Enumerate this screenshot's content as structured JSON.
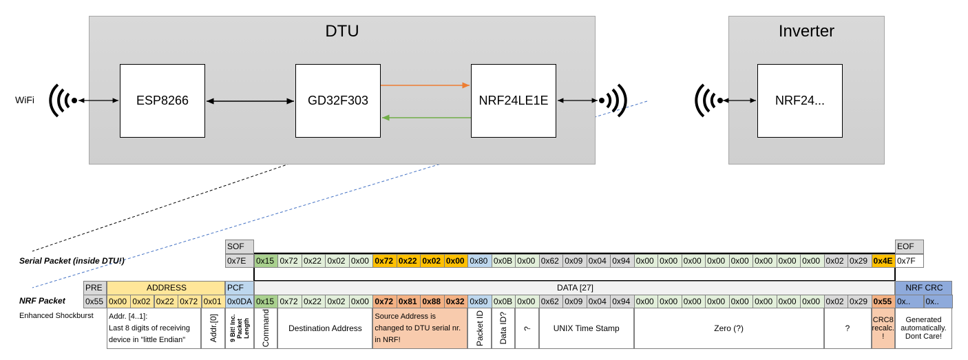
{
  "dtu": {
    "title": "DTU",
    "esp": "ESP8266",
    "gd": "GD32F303",
    "nrf": "NRF24LE1E"
  },
  "inverter": {
    "title": "Inverter",
    "nrf": "NRF24..."
  },
  "wifi_label": "WiFi",
  "icons": [
    "wifi-signal-icon"
  ],
  "colors": {
    "dark_green": "#a9d18e",
    "light_green": "#e2efda",
    "gold": "#ffc000",
    "yellow": "#ffe699",
    "grey": "#d9d9d9",
    "blue": "#bdd7ee",
    "salmon": "#f4b183",
    "light_salmon": "#f8cbad",
    "crc_blue": "#8eaadb",
    "orange_arrow": "#ed7d31",
    "green_arrow": "#70ad47",
    "blue_dash": "#4472c4"
  },
  "serial": {
    "label": "Serial Packet (inside DTU!)",
    "sof_header": "SOF",
    "sof": "0x7E",
    "eof_header": "EOF",
    "eof": "0x7F",
    "bytes": [
      "0x15",
      "0x72",
      "0x22",
      "0x02",
      "0x00",
      "0x72",
      "0x22",
      "0x02",
      "0x00",
      "0x80",
      "0x0B",
      "0x00",
      "0x62",
      "0x09",
      "0x04",
      "0x94",
      "0x00",
      "0x00",
      "0x00",
      "0x00",
      "0x00",
      "0x00",
      "0x00",
      "0x00",
      "0x02",
      "0x29",
      "0x4E"
    ]
  },
  "nrf": {
    "label": "NRF Packet",
    "sublabel": "Enhanced Shockburst",
    "pre_header": "PRE",
    "pre": "0x55",
    "address_header": "ADDRESS",
    "address": [
      "0x00",
      "0x02",
      "0x22",
      "0x72",
      "0x01"
    ],
    "pcf_header": "PCF",
    "pcf": "0x0DA",
    "data_header": "DATA [27]",
    "bytes": [
      "0x15",
      "0x72",
      "0x22",
      "0x02",
      "0x00",
      "0x72",
      "0x81",
      "0x88",
      "0x32",
      "0x80",
      "0x0B",
      "0x00",
      "0x62",
      "0x09",
      "0x04",
      "0x94",
      "0x00",
      "0x00",
      "0x00",
      "0x00",
      "0x00",
      "0x00",
      "0x00",
      "0x00",
      "0x02",
      "0x29",
      "0x55"
    ],
    "crc_header": "NRF CRC",
    "crc": [
      "0x..",
      "0x.."
    ],
    "desc": {
      "addr41": "Addr. [4..1]:\nLast 8 digits of receiving device in \"little Endian\"",
      "addr0": "Addr.[0]",
      "pcf": "9 Bit! Inc. Packet Length",
      "command": "Command",
      "dest": "Destination Address",
      "source": "Source Address is changed to DTU serial nr. in NRF!",
      "packet_id": "Packet ID",
      "data_id": "Data ID?",
      "q1": "?",
      "unix": "UNIX Time Stamp",
      "zero": "Zero (?)",
      "q2": "?",
      "crc8": "CRC8 recalc. !",
      "crc": "Generated automatically. Dont Care!"
    }
  }
}
